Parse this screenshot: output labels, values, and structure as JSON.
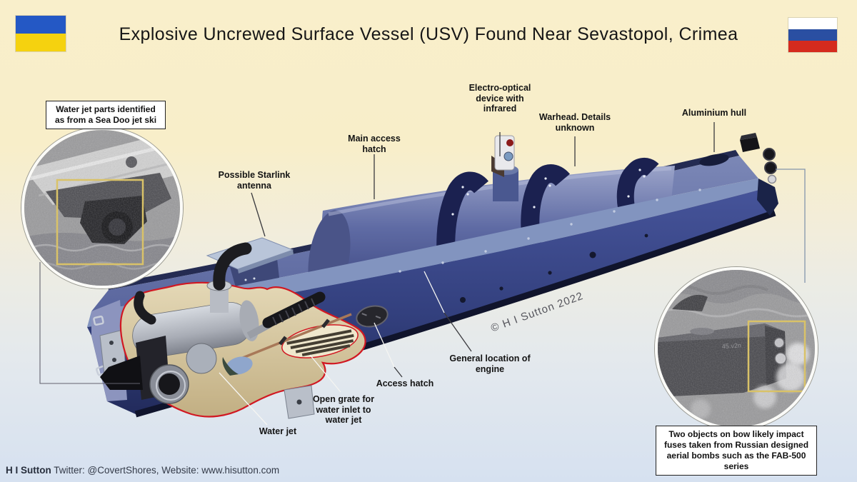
{
  "header": {
    "title": "Explosive Uncrewed Surface Vessel (USV) Found Near Sevastopol, Crimea"
  },
  "callouts": {
    "sea_doo_box": "Water jet parts identified as from a Sea Doo jet ski",
    "starlink": "Possible Starlink antenna",
    "main_access_hatch": "Main access hatch",
    "electro_optical": "Electro-optical device with infrared",
    "warhead": "Warhead. Details unknown",
    "aluminium_hull": "Aluminium hull",
    "engine_location": "General location of engine",
    "access_hatch": "Access hatch",
    "open_grate": "Open grate for water inlet to water jet",
    "water_jet": "Water jet",
    "fuses_box": "Two objects on bow likely impact fuses taken from Russian designed aerial bombs such as the FAB-500 series"
  },
  "inset_right": {
    "hull_marking": "45.v2n"
  },
  "watermark": "© H I Sutton 2022",
  "footer": {
    "author": "H I Sutton",
    "details": "Twitter: @CovertShores, Website: www.hisutton.com"
  },
  "colors": {
    "background_top": "#F9EFCB",
    "background_bottom": "#D6E1F0",
    "hull_blue": "#3D4A8C",
    "deck_blue": "#6A76AC",
    "cutaway_outline_red": "#D11822",
    "cutaway_tan": "#D9CCA8",
    "highlight_box_yellow": "#D9C268",
    "ukraine_blue": "#2458C5",
    "ukraine_yellow": "#F5D20F",
    "russia_blue": "#2A4FA2",
    "russia_red": "#D52B1E"
  }
}
